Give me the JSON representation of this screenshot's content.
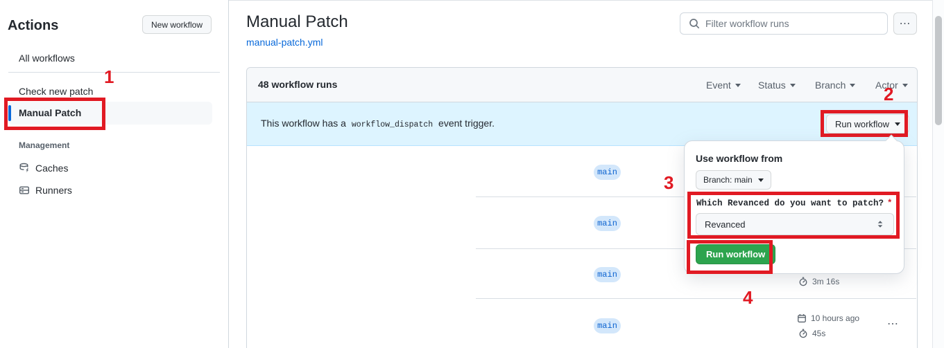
{
  "colors": {
    "accent_blue": "#0969da",
    "banner_bg": "#ddf4ff",
    "branch_badge_bg": "#d3e7fb",
    "green_button": "#2da44e",
    "annotation_red": "#e11a23",
    "tab_indicator_orange": "#fd8c73"
  },
  "sidebar": {
    "title": "Actions",
    "new_workflow_button": "New workflow",
    "workflows": [
      {
        "label": "All workflows",
        "selected": false
      },
      {
        "label": "Check new patch",
        "selected": false
      },
      {
        "label": "Manual Patch",
        "selected": true
      }
    ],
    "management": {
      "heading": "Management",
      "items": [
        {
          "label": "Caches",
          "icon": "cache-database-icon"
        },
        {
          "label": "Runners",
          "icon": "runners-icon"
        }
      ]
    }
  },
  "header": {
    "title": "Manual Patch",
    "file_link": "manual-patch.yml",
    "filter_placeholder": "Filter workflow runs",
    "more_button": "⋯"
  },
  "runs_table": {
    "count_label": "48 workflow runs",
    "filters": [
      {
        "label": "Event"
      },
      {
        "label": "Status"
      },
      {
        "label": "Branch"
      },
      {
        "label": "Actor"
      }
    ],
    "banner": {
      "text_before": "This workflow has a",
      "code": "workflow_dispatch",
      "text_after": "event trigger.",
      "run_workflow_button": "Run workflow"
    },
    "rows": [
      {
        "branch": "main"
      },
      {
        "branch": "main"
      },
      {
        "branch": "main",
        "duration": "3m 16s"
      },
      {
        "branch": "main",
        "date": "10 hours ago",
        "duration": "45s",
        "more": "⋯"
      }
    ]
  },
  "run_dialog": {
    "use_workflow_from": "Use workflow from",
    "branch_button": "Branch: main",
    "input_label": "Which Revanced do you want to patch?",
    "required_marker": "*",
    "select_value": "Revanced",
    "run_button": "Run workflow"
  },
  "annotations": {
    "steps": [
      "1",
      "2",
      "3",
      "4"
    ]
  }
}
